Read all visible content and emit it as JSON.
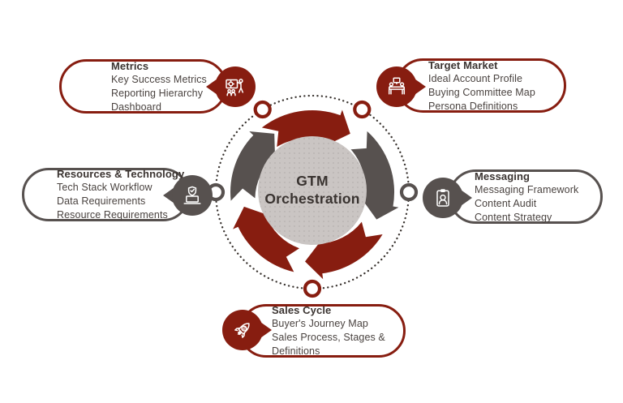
{
  "diagram": {
    "center_label": "GTM Orchestration"
  },
  "colors": {
    "maroon": "#871D10",
    "gray": "#57514F",
    "center_fill": "#CAC5C3",
    "heading_text": "#3B3431",
    "body_text": "#4A4340",
    "ring_dots": "#39332F"
  },
  "capsules": [
    {
      "title": "Metrics",
      "items": [
        "Key Success Metrics",
        "Reporting Hierarchy",
        "Dashboard"
      ],
      "accent": "maroon",
      "icon": "presentation-icon"
    },
    {
      "title": "Target Market",
      "items": [
        "Ideal Account Profile",
        "Buying Committee Map",
        "Persona Definitions"
      ],
      "accent": "maroon",
      "icon": "meeting-icon"
    },
    {
      "title": "Resources & Technology",
      "items": [
        "Tech Stack Workflow",
        "Data Requirements",
        "Resource Requirements"
      ],
      "accent": "gray",
      "icon": "secure-laptop-icon"
    },
    {
      "title": "Messaging",
      "items": [
        "Messaging Framework",
        "Content Audit",
        "Content Strategy"
      ],
      "accent": "gray",
      "icon": "clipboard-person-icon"
    },
    {
      "title": "Sales Cycle",
      "items": [
        "Buyer's Journey Map",
        "Sales Process, Stages & Definitions"
      ],
      "accent": "maroon",
      "icon": "rocket-dollar-icon"
    }
  ]
}
